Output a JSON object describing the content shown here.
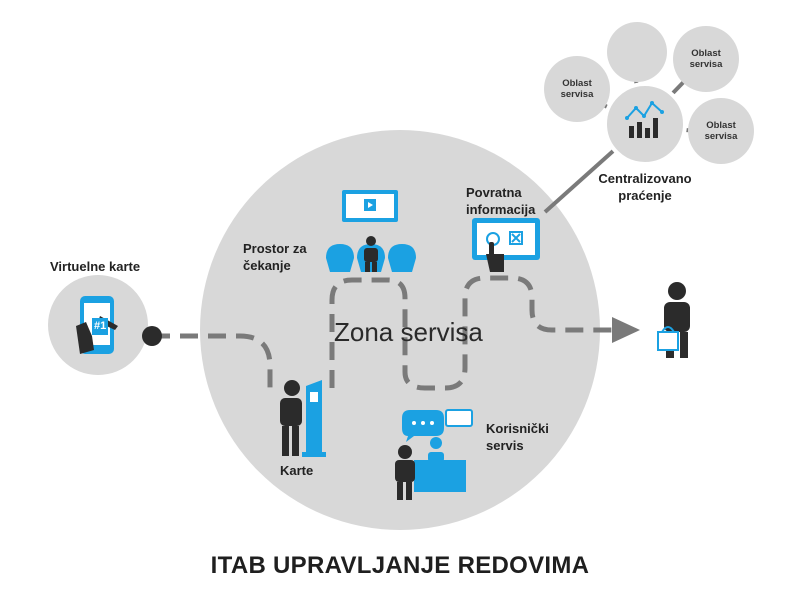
{
  "title": "ITAB UPRAVLJANJE REDOVIMA",
  "zone_label": "Zona servisa",
  "labels": {
    "virtual_tickets": "Virtuelne karte",
    "waiting_area": "Prostor za\nčekanje",
    "feedback": "Povratna\ninformacija",
    "tickets": "Karte",
    "customer_service": "Korisnički\nservis",
    "central_monitoring": "Centralizovano\npraćenje"
  },
  "phone_ticket_number": "#1",
  "hub_nodes": [
    {
      "label": "Oblast\nservisa"
    },
    {
      "label": ""
    },
    {
      "label": "Oblast\nservisa"
    },
    {
      "label": "Oblast\nservisa"
    }
  ],
  "colors": {
    "accent_blue": "#1ba1e2",
    "circle_gray": "#d8d8d8",
    "dark": "#2b2b2b",
    "path_gray": "#7a7a7a"
  }
}
